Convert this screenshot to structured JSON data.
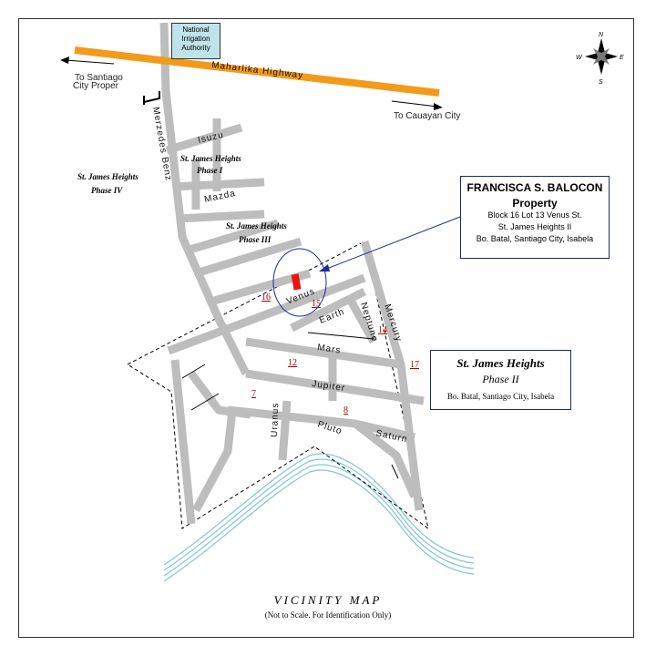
{
  "map": {
    "title": "VICINITY MAP",
    "subtitle": "(Not to Scale. For Identification Only)",
    "landmark": "National Irrigation Authority",
    "highway": "Maharlika Highway",
    "to_left": "To Santiago City Proper",
    "to_right": "To Cauayan City",
    "compass": {
      "n": "N",
      "s": "S",
      "e": "E",
      "w": "W"
    },
    "roads": {
      "merzedes": "Merzedes Benz",
      "isuzu": "Isuzu",
      "mazda": "Mazda",
      "venus": "Venus",
      "earth": "Earth",
      "neptune": "Neptune",
      "mercury": "Mercury",
      "mars": "Mars",
      "jupiter": "Jupiter",
      "uranus": "Uranus",
      "pluto": "Pluto",
      "saturn": "Saturn"
    },
    "phases": {
      "p1_a": "St. James Heights",
      "p1_b": "Phase I",
      "p3_a": "St. James Heights",
      "p3_b": "Phase III",
      "p4_a": "St. James Heights",
      "p4_b": "Phase IV"
    },
    "blocks": {
      "b16": "16",
      "b15": "15",
      "b14": "14",
      "b17": "17",
      "b12": "12",
      "b7": "7",
      "b8": "8"
    },
    "property": {
      "owner": "FRANCISCA S. BALOCON",
      "label": "Property",
      "line1": "Block 16 Lot 13 Venus St.",
      "line2": "St. James Heights II",
      "line3": "Bo. Batal, Santiago City, Isabela"
    },
    "phase2": {
      "name": "St. James Heights",
      "phase": "Phase II",
      "address": "Bo. Batal, Santiago City, Isabela"
    },
    "colors": {
      "highway": "#f39a1a",
      "road": "#bdbdbd",
      "river": "#7fc6d0",
      "property": "#ee1111",
      "callout": "#1a2a9c"
    }
  }
}
